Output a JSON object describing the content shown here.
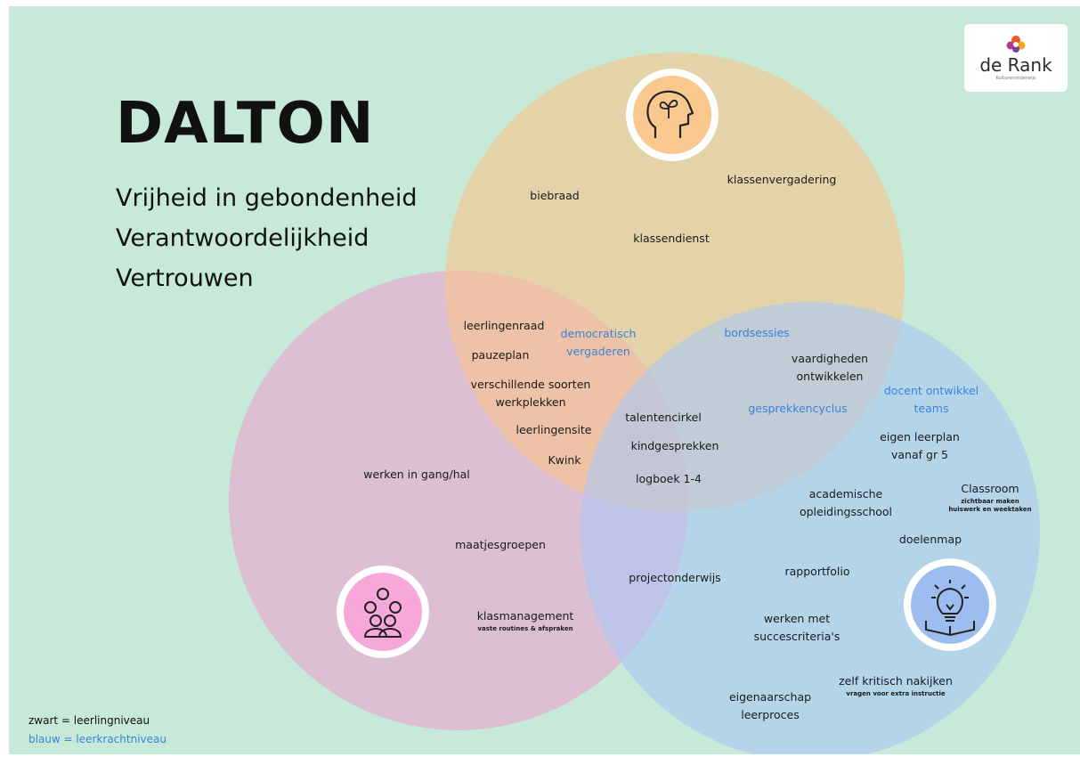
{
  "title": "DALTON",
  "pillars": [
    "Vrijheid in gebondenheid",
    "Verantwoordelijkheid",
    "Vertrouwen"
  ],
  "logo": {
    "name": "de Rank",
    "tagline": "Kulturenonderwijs"
  },
  "legend": {
    "black": "zwart = leerlingniveau",
    "blue": "blauw = leerkrachtniveau"
  },
  "colors": {
    "background": "#c6e9d8",
    "orange": "#f2c592",
    "pink": "#ef9ccd",
    "blue": "#a9c9f2",
    "blue_text": "#3a82d8"
  },
  "icons": {
    "orange": "head-plant-icon",
    "pink": "group-people-icon",
    "blue": "lightbulb-book-icon"
  },
  "labels": {
    "biebraad": "biebraad",
    "klassenvergadering": "klassenvergadering",
    "klassendienst": "klassendienst",
    "leerlingenraad": "leerlingenraad",
    "democratisch": "democratisch",
    "vergaderen": "vergaderen",
    "pauzeplan": "pauzeplan",
    "verschillende": "verschillende soorten",
    "werkplekken": "werkplekken",
    "leerlingensite": "leerlingensite",
    "kwink": "Kwink",
    "bordsessies": "bordsessies",
    "vaardigheden": "vaardigheden",
    "ontwikkelen": "ontwikkelen",
    "gesprekkencyclus": "gesprekkencyclus",
    "talentencirkel": "talentencirkel",
    "kindgesprekken": "kindgesprekken",
    "logboek": "logboek 1-4",
    "docent_ontwikkel": "docent ontwikkel",
    "teams": "teams",
    "eigen_leerplan": "eigen leerplan",
    "vanaf_gr5": "vanaf gr 5",
    "werken_gang": "werken in gang/hal",
    "academische": "academische",
    "opleidingsschool": "opleidingsschool",
    "classroom": "Classroom",
    "classroom_sub": "zichtbaar maken huiswerk en weektaken",
    "doelenmap": "doelenmap",
    "maatjesgroepen": "maatjesgroepen",
    "rapportfolio": "rapportfolio",
    "projectonderwijs": "projectonderwijs",
    "klasmanagement": "klasmanagement",
    "klasmanagement_sub": "vaste routines & afspraken",
    "werken_met": "werken met",
    "succescriteria": "succescriteria's",
    "zelf_kritisch": "zelf kritisch nakijken",
    "zelf_kritisch_sub": "vragen voor extra instructie",
    "eigenaarschap": "eigenaarschap",
    "leerproces": "leerproces"
  }
}
